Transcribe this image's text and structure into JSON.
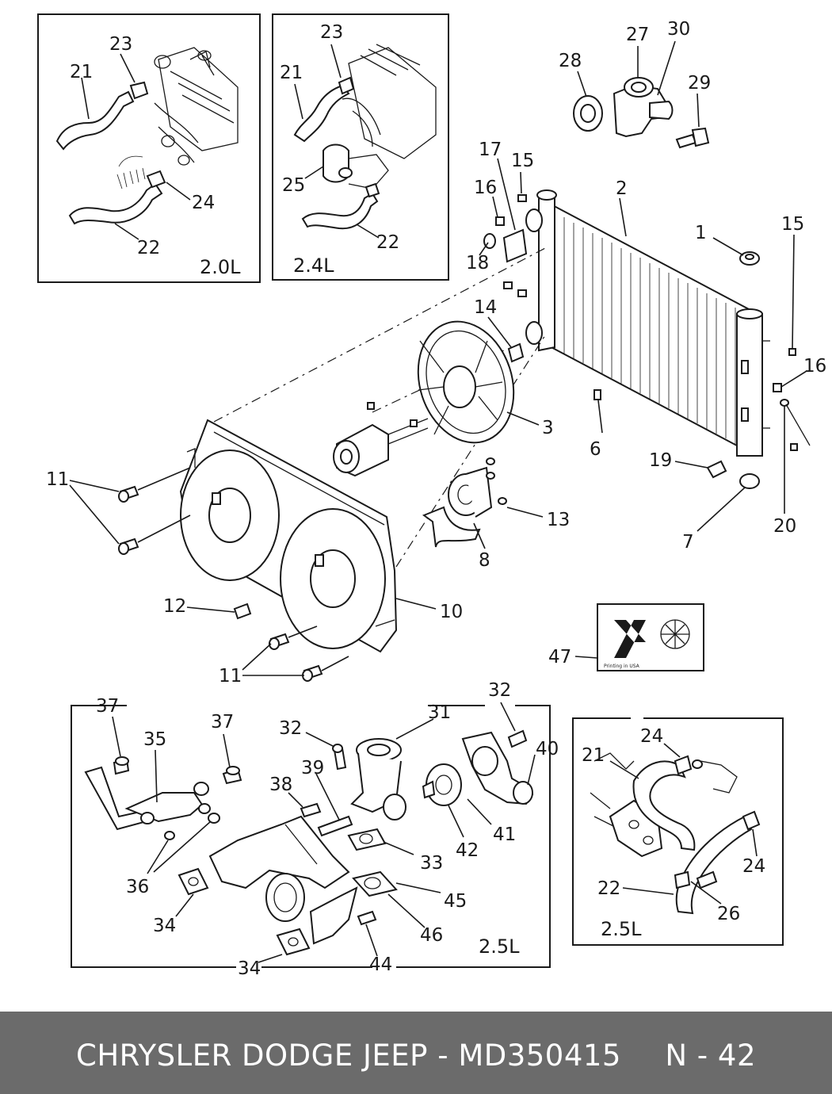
{
  "diagram": {
    "panels": {
      "engine_2_0": "2.0L",
      "engine_2_4": "2.4L",
      "engine_2_5_bottom": "2.5L",
      "engine_2_5_right": "2.5L"
    },
    "callouts": {
      "p20_21": "21",
      "p20_23": "23",
      "p20_24": "24",
      "p20_22": "22",
      "p24_23": "23",
      "p24_21": "21",
      "p24_25": "25",
      "p24_22": "22",
      "c27": "27",
      "c30": "30",
      "c28": "28",
      "c29": "29",
      "c17": "17",
      "c15a": "15",
      "c16a": "16",
      "c2": "2",
      "c1": "1",
      "c15b": "15",
      "c18": "18",
      "c14": "14",
      "c16b": "16",
      "c3": "3",
      "c6": "6",
      "c11a": "11",
      "c13": "13",
      "c19": "19",
      "c7": "7",
      "c20": "20",
      "c8": "8",
      "c12": "12",
      "c10": "10",
      "c47": "47",
      "c11b": "11",
      "b37a": "37",
      "b35": "35",
      "b37b": "37",
      "b32a": "32",
      "b31": "31",
      "b32b": "32",
      "b40": "40",
      "b39": "39",
      "b38": "38",
      "b36": "36",
      "b33": "33",
      "b42": "42",
      "b41": "41",
      "b45": "45",
      "b34a": "34",
      "b46": "46",
      "b34b": "34",
      "b44": "44",
      "r24a": "24",
      "r21": "21",
      "r24b": "24",
      "r22": "22",
      "r26": "26"
    },
    "label_47_fine_print": "Printing in USA"
  },
  "footer": {
    "title": "CHRYSLER DODGE JEEP - MD350415",
    "page": "N - 42"
  },
  "colors": {
    "ink": "#1a1a1a",
    "footer_bg": "#6b6b6b",
    "footer_text": "#ffffff"
  }
}
